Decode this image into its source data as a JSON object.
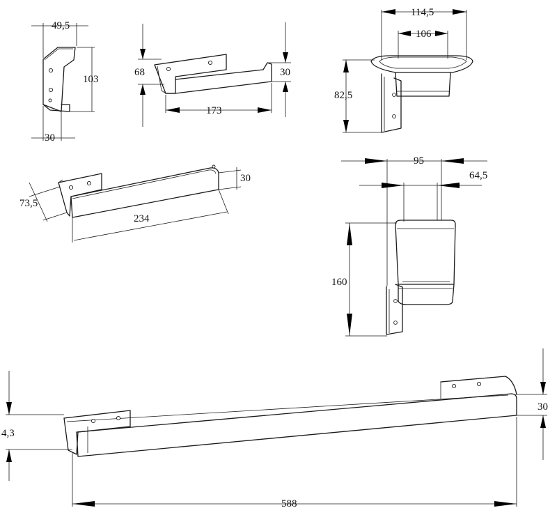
{
  "dimensions": {
    "hook_width": "49,5",
    "hook_height": "103",
    "hook_depth": "30",
    "shelf_height": "68",
    "shelf_depth": "30",
    "shelf_length": "173",
    "dish_outer_width": "114,5",
    "dish_inner_width": "106",
    "dish_height": "82,5",
    "towel_ring_depth": "73,5",
    "towel_ring_length": "234",
    "towel_ring_height": "30",
    "cup_outer_width": "95",
    "cup_inner_width": "64,5",
    "cup_height": "160",
    "bar_left_height": "4,3",
    "bar_right_height": "30",
    "bar_length": "588"
  }
}
